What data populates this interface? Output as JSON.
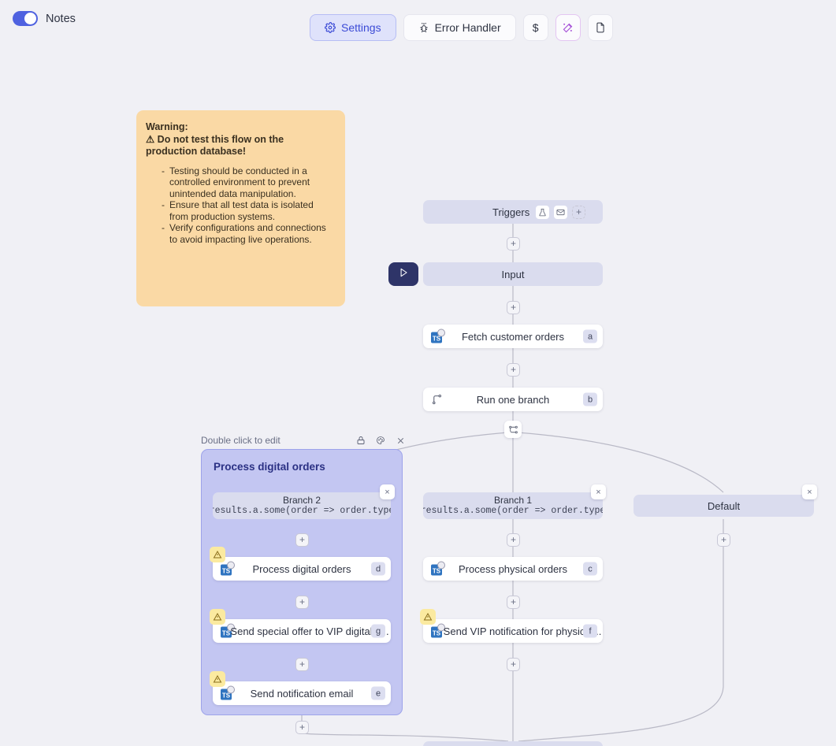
{
  "topbar": {
    "notes_label": "Notes",
    "notes_toggle_on": true,
    "buttons": [
      {
        "label": "Settings",
        "icon": "gear-icon",
        "active": true
      },
      {
        "label": "Error Handler",
        "icon": "bug-icon",
        "active": false
      },
      {
        "label": "$",
        "icon": "dollar-icon",
        "active": false
      },
      {
        "label": "",
        "icon": "magic-wand-icon",
        "active": false
      },
      {
        "label": "",
        "icon": "document-icon",
        "active": false
      }
    ]
  },
  "note": {
    "title": "Warning:",
    "heading": "⚠ Do not test this flow on the production database!",
    "items": [
      "Testing should be conducted in a controlled environment to prevent unintended data manipulation.",
      "Ensure that all test data is isolated from production systems.",
      "Verify configurations and connections to avoid impacting live operations."
    ]
  },
  "flow": {
    "triggers": {
      "label": "Triggers",
      "icons": [
        "flask-icon",
        "envelope-icon"
      ],
      "add_label": "+"
    },
    "input": {
      "label": "Input",
      "run_icon": "play-icon"
    },
    "nodes": {
      "fetch_customer_orders": {
        "label": "Fetch customer orders",
        "key": "a",
        "icon": "typescript-icon"
      },
      "run_one_branch": {
        "label": "Run one branch",
        "key": "b",
        "icon": "branch-icon"
      },
      "process_physical_orders": {
        "label": "Process physical orders",
        "key": "c",
        "icon": "typescript-icon"
      },
      "process_digital_orders": {
        "label": "Process digital orders",
        "key": "d",
        "icon": "typescript-icon"
      },
      "send_notification_email": {
        "label": "Send notification email",
        "key": "e",
        "icon": "typescript-icon"
      },
      "send_vip_physical": {
        "label": "Send VIP notification for physical...",
        "key": "f",
        "icon": "typescript-icon"
      },
      "send_special_offer_vip": {
        "label": "Send special offer to VIP digital c...",
        "key": "g",
        "icon": "typescript-icon"
      }
    },
    "branches": {
      "branch1": {
        "name": "Branch 1",
        "expression": "results.a.some(order => order.type"
      },
      "branch2": {
        "name": "Branch 2",
        "expression": "results.a.some(order => order.type"
      },
      "default": {
        "name": "Default"
      }
    },
    "group": {
      "hint": "Double click to edit",
      "title": "Process digital orders",
      "icons": [
        "lock-icon",
        "palette-icon",
        "close-icon"
      ]
    },
    "add_button_label": "+",
    "close_button_label": "×"
  },
  "colors": {
    "canvas_bg": "#f0f0f5",
    "accent": "#4f62e0",
    "pill": "#dadcee",
    "group_bg": "#c3c6f2",
    "group_border": "#9da3ea",
    "note_bg": "#fad9a5",
    "warn_badge": "#fbeaa0",
    "play_btn": "#2e3468",
    "ts_blue": "#2f74c0"
  }
}
